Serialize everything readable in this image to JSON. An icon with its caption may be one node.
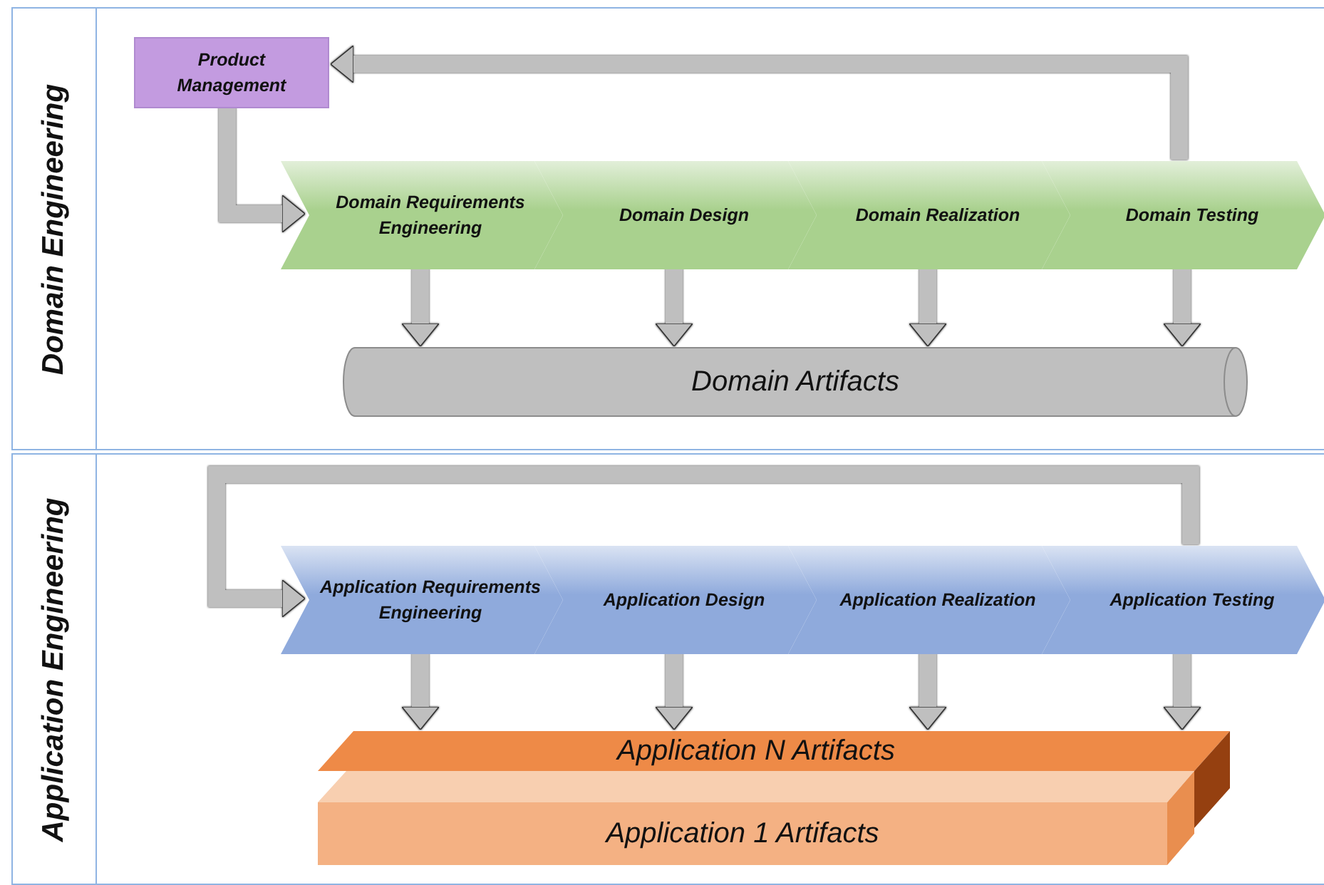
{
  "diagram": {
    "nodes": [
      {
        "text": [
          "Domain Engineering"
        ]
      },
      {
        "text": [
          "Product Management"
        ],
        "in": 0
      },
      {
        "text": [
          "Domain Requirements Engineering"
        ],
        "in": 0
      },
      {
        "text": [
          "Domain Design"
        ],
        "in": 0
      },
      {
        "text": [
          "Domain Realization"
        ],
        "in": 0
      },
      {
        "text": [
          "Domain Testing"
        ],
        "in": 0
      },
      {
        "text": [
          "Domain Artifacts"
        ],
        "in": 0
      },
      {
        "text": [
          "Application Engineering"
        ]
      },
      {
        "text": [
          "Application Requirements Engineering"
        ],
        "in": 7
      },
      {
        "text": [
          "Application Design"
        ],
        "in": 7
      },
      {
        "text": [
          "Application Realization"
        ],
        "in": 7
      },
      {
        "text": [
          "Application Testing"
        ],
        "in": 7
      },
      {
        "text": [
          "Application N Artifacts"
        ],
        "in": 7
      },
      {
        "text": [
          "Application 1 Artifacts"
        ],
        "in": 7
      }
    ],
    "edges": [
      {
        "from": 5,
        "to": 1,
        "arrow": "to"
      },
      {
        "from": 1,
        "to": 2,
        "arrow": "to"
      },
      {
        "from": 2,
        "to": 6,
        "arrow": "to"
      },
      {
        "from": 3,
        "to": 6,
        "arrow": "to"
      },
      {
        "from": 4,
        "to": 6,
        "arrow": "to"
      },
      {
        "from": 5,
        "to": 6,
        "arrow": "to"
      },
      {
        "from": 11,
        "to": 8,
        "arrow": "to"
      },
      {
        "from": 8,
        "to": 12,
        "arrow": "to"
      },
      {
        "from": 9,
        "to": 12,
        "arrow": "to"
      },
      {
        "from": 10,
        "to": 12,
        "arrow": "to"
      },
      {
        "from": 11,
        "to": 12,
        "arrow": "to"
      }
    ]
  }
}
